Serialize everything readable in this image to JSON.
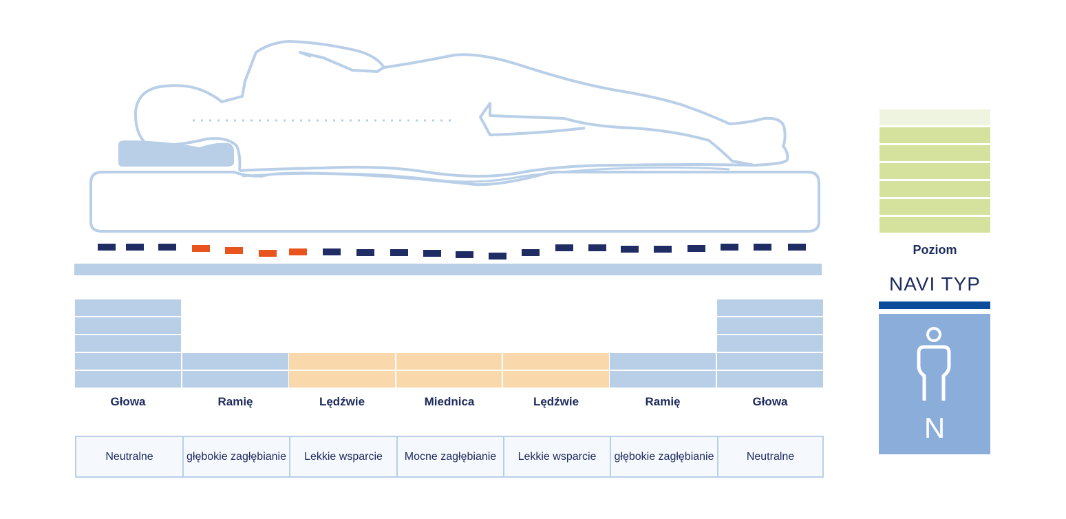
{
  "colors": {
    "outline": "#b9cfe8",
    "firm_zone": "#b9cfe8",
    "soft_zone": "#f9d8ac",
    "dash_navy": "#202c64",
    "dash_orange": "#e9531e",
    "level_light": "#eef4df",
    "level_green": "#d4e29e",
    "navi_rule": "#0a4c9b",
    "type_box": "#8aadd9",
    "text": "#1d2a5c"
  },
  "zones": [
    {
      "label": "Głowa",
      "description": "Neutralne",
      "layers": 5,
      "type": "firm"
    },
    {
      "label": "Ramię",
      "description": "głębokie zagłębianie",
      "layers": 2,
      "type": "firm"
    },
    {
      "label": "Lędźwie",
      "description": "Lekkie wsparcie",
      "layers": 2,
      "type": "soft"
    },
    {
      "label": "Miednica",
      "description": "Mocne zagłębianie",
      "layers": 2,
      "type": "soft"
    },
    {
      "label": "Lędźwie",
      "description": "Lekkie wsparcie",
      "layers": 2,
      "type": "soft"
    },
    {
      "label": "Ramię",
      "description": "głębokie zagłębianie",
      "layers": 2,
      "type": "firm"
    },
    {
      "label": "Głowa",
      "description": "Neutralne",
      "layers": 5,
      "type": "firm"
    }
  ],
  "level_scale": {
    "label": "Poziom",
    "total_bars": 7,
    "highlighted_bars": 6
  },
  "product": {
    "name": "NAVI TYP",
    "type_letter": "N",
    "icon": "person-icon"
  }
}
